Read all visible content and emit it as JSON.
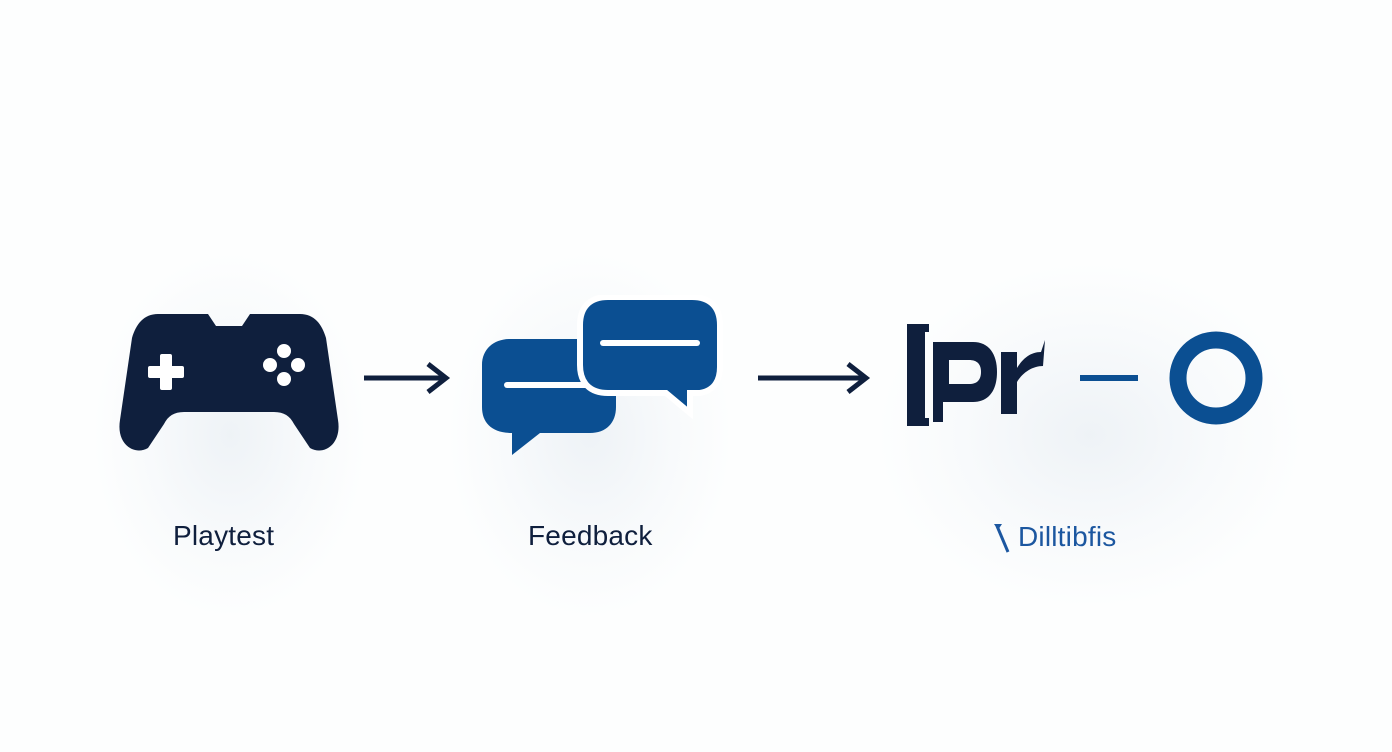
{
  "colors": {
    "navy": "#0f1f3d",
    "blue": "#0b4f92",
    "accent": "#1c57a0",
    "background": "#fdfefe"
  },
  "steps": [
    {
      "icon": "gamepad-icon",
      "label": "Playtest"
    },
    {
      "icon": "chat-bubbles-icon",
      "label": "Feedback"
    },
    {
      "icon": "wrench-tool-icon",
      "label": "Dilltibfis"
    }
  ],
  "end_mark": {
    "icon": "circle-ring-icon"
  }
}
